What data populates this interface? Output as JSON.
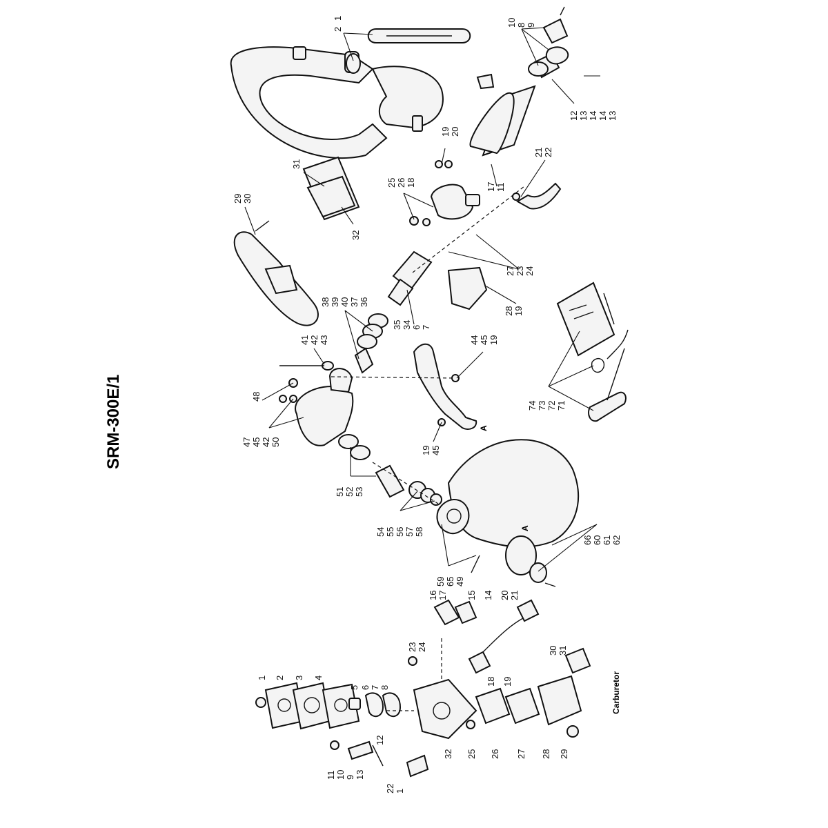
{
  "page": {
    "model_title": "SRM-300E/1",
    "carburetor_caption": "Carburetor",
    "section_mark": "A"
  },
  "labels": {
    "p1": "1",
    "p2": "2",
    "p6": "6",
    "p7": "7",
    "p8": "8",
    "p9": "9",
    "p10": "10",
    "p11": "11",
    "p12": "12",
    "p13": "13",
    "p14": "14",
    "p17": "17",
    "p18": "18",
    "p19": "19",
    "p20": "20",
    "p21": "21",
    "p22": "22",
    "p23": "23",
    "p24": "24",
    "p25": "25",
    "p26": "26",
    "p27": "27",
    "p28": "28",
    "p29": "29",
    "p30": "30",
    "p31": "31",
    "p32": "32",
    "p34": "34",
    "p35": "35",
    "p36": "36",
    "p37": "37",
    "p38": "38",
    "p39": "39",
    "p40": "40",
    "p41": "41",
    "p42": "42",
    "p43": "43",
    "p44": "44",
    "p45": "45",
    "p47": "47",
    "p48": "48",
    "p49": "49",
    "p50": "50",
    "p51": "51",
    "p52": "52",
    "p53": "53",
    "p54": "54",
    "p55": "55",
    "p56": "56",
    "p57": "57",
    "p58": "58",
    "p59": "59",
    "p60": "60",
    "p61": "61",
    "p62": "62",
    "p65": "65",
    "p66": "66",
    "p71": "71",
    "p72": "72",
    "p73": "73",
    "p74": "74"
  },
  "carb_labels": {
    "c1": "1",
    "c2": "2",
    "c3": "3",
    "c4": "4",
    "c5": "5",
    "c6": "6",
    "c7": "7",
    "c8": "8",
    "c9": "9",
    "c10": "10",
    "c11": "11",
    "c12": "12",
    "c13": "13",
    "c14": "14",
    "c15": "15",
    "c16": "16",
    "c17": "17",
    "c18": "18",
    "c19": "19",
    "c20": "20",
    "c21": "21",
    "c22": "22",
    "c23": "23",
    "c24": "24",
    "c25": "25",
    "c26": "26",
    "c27": "27",
    "c28": "28",
    "c29": "29",
    "c30": "30",
    "c31": "31",
    "c32": "32"
  }
}
